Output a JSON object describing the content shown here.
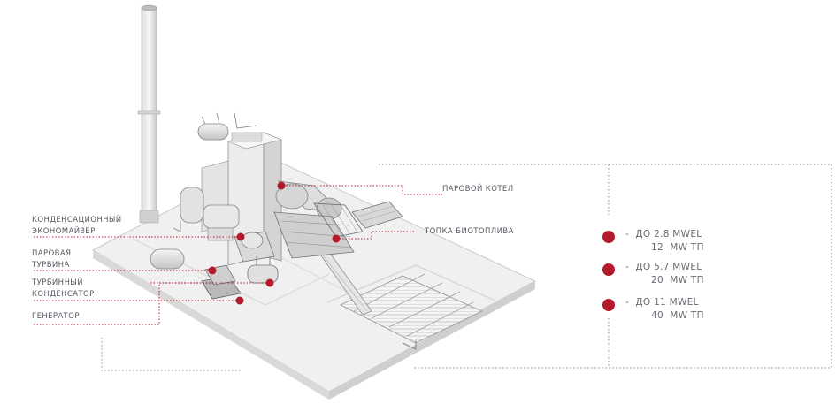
{
  "callouts": {
    "steam_boiler": "ПАРОВОЙ КОТЕЛ",
    "biofuel_furnace": "ТОПКА БИОТОПЛИВА",
    "condensing_economizer_1": "КОНДЕНСАЦИОННЫЙ",
    "condensing_economizer_2": "ЭКОНОМАЙЗЕР",
    "steam_turbine_1": "ПАРОВАЯ",
    "steam_turbine_2": "ТУРБИНА",
    "turbine_condenser_1": "ТУРБИННЫЙ",
    "turbine_condenser_2": "КОНДЕНСАТОР",
    "generator": "ГЕНЕРАТОР"
  },
  "capacities": [
    {
      "line1": "-  ДО 2.8 MWEL",
      "line2": "12  MW ТП"
    },
    {
      "line1": "-  ДО 5.7 MWEL",
      "line2": "20  MW ТП"
    },
    {
      "line1": "-  ДО 11 MWEL",
      "line2": "40  MW ТП"
    }
  ],
  "colors": {
    "accent": "#b31b2c",
    "text": "#555a60",
    "outline": "#8a8f94",
    "ground": "#efefef"
  },
  "icons": [
    "marker-dot",
    "power-plant-3d-model"
  ]
}
